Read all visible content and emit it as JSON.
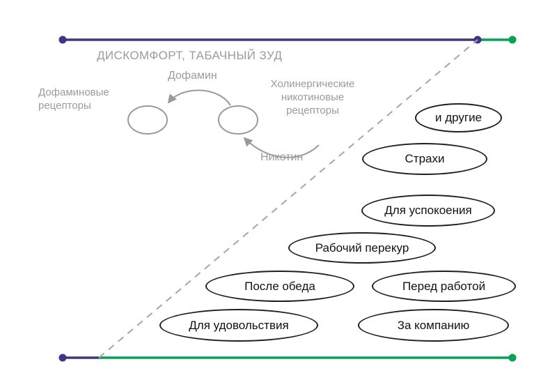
{
  "colors": {
    "purple": "#3d358b",
    "green": "#00a551",
    "gray_line": "#a6a6a6",
    "gray_shape": "#9a9a9a"
  },
  "top_axis": {
    "label": "ДИСКОМФОРТ, ТАБАЧНЫЙ ЗУД"
  },
  "mechanism": {
    "dopamine": "Дофамин",
    "dopamine_receptors": "Дофаминовые рецепторы",
    "nicotinic_receptors": "Холинергические никотиновые рецепторы",
    "nicotine": "Никотин"
  },
  "reasons": [
    {
      "label": "и другие"
    },
    {
      "label": "Страхи"
    },
    {
      "label": "Для успокоения"
    },
    {
      "label": "Рабочий перекур"
    },
    {
      "label": "После обеда"
    },
    {
      "label": "Перед работой"
    },
    {
      "label": "Для удовольствия"
    },
    {
      "label": "За компанию"
    }
  ]
}
